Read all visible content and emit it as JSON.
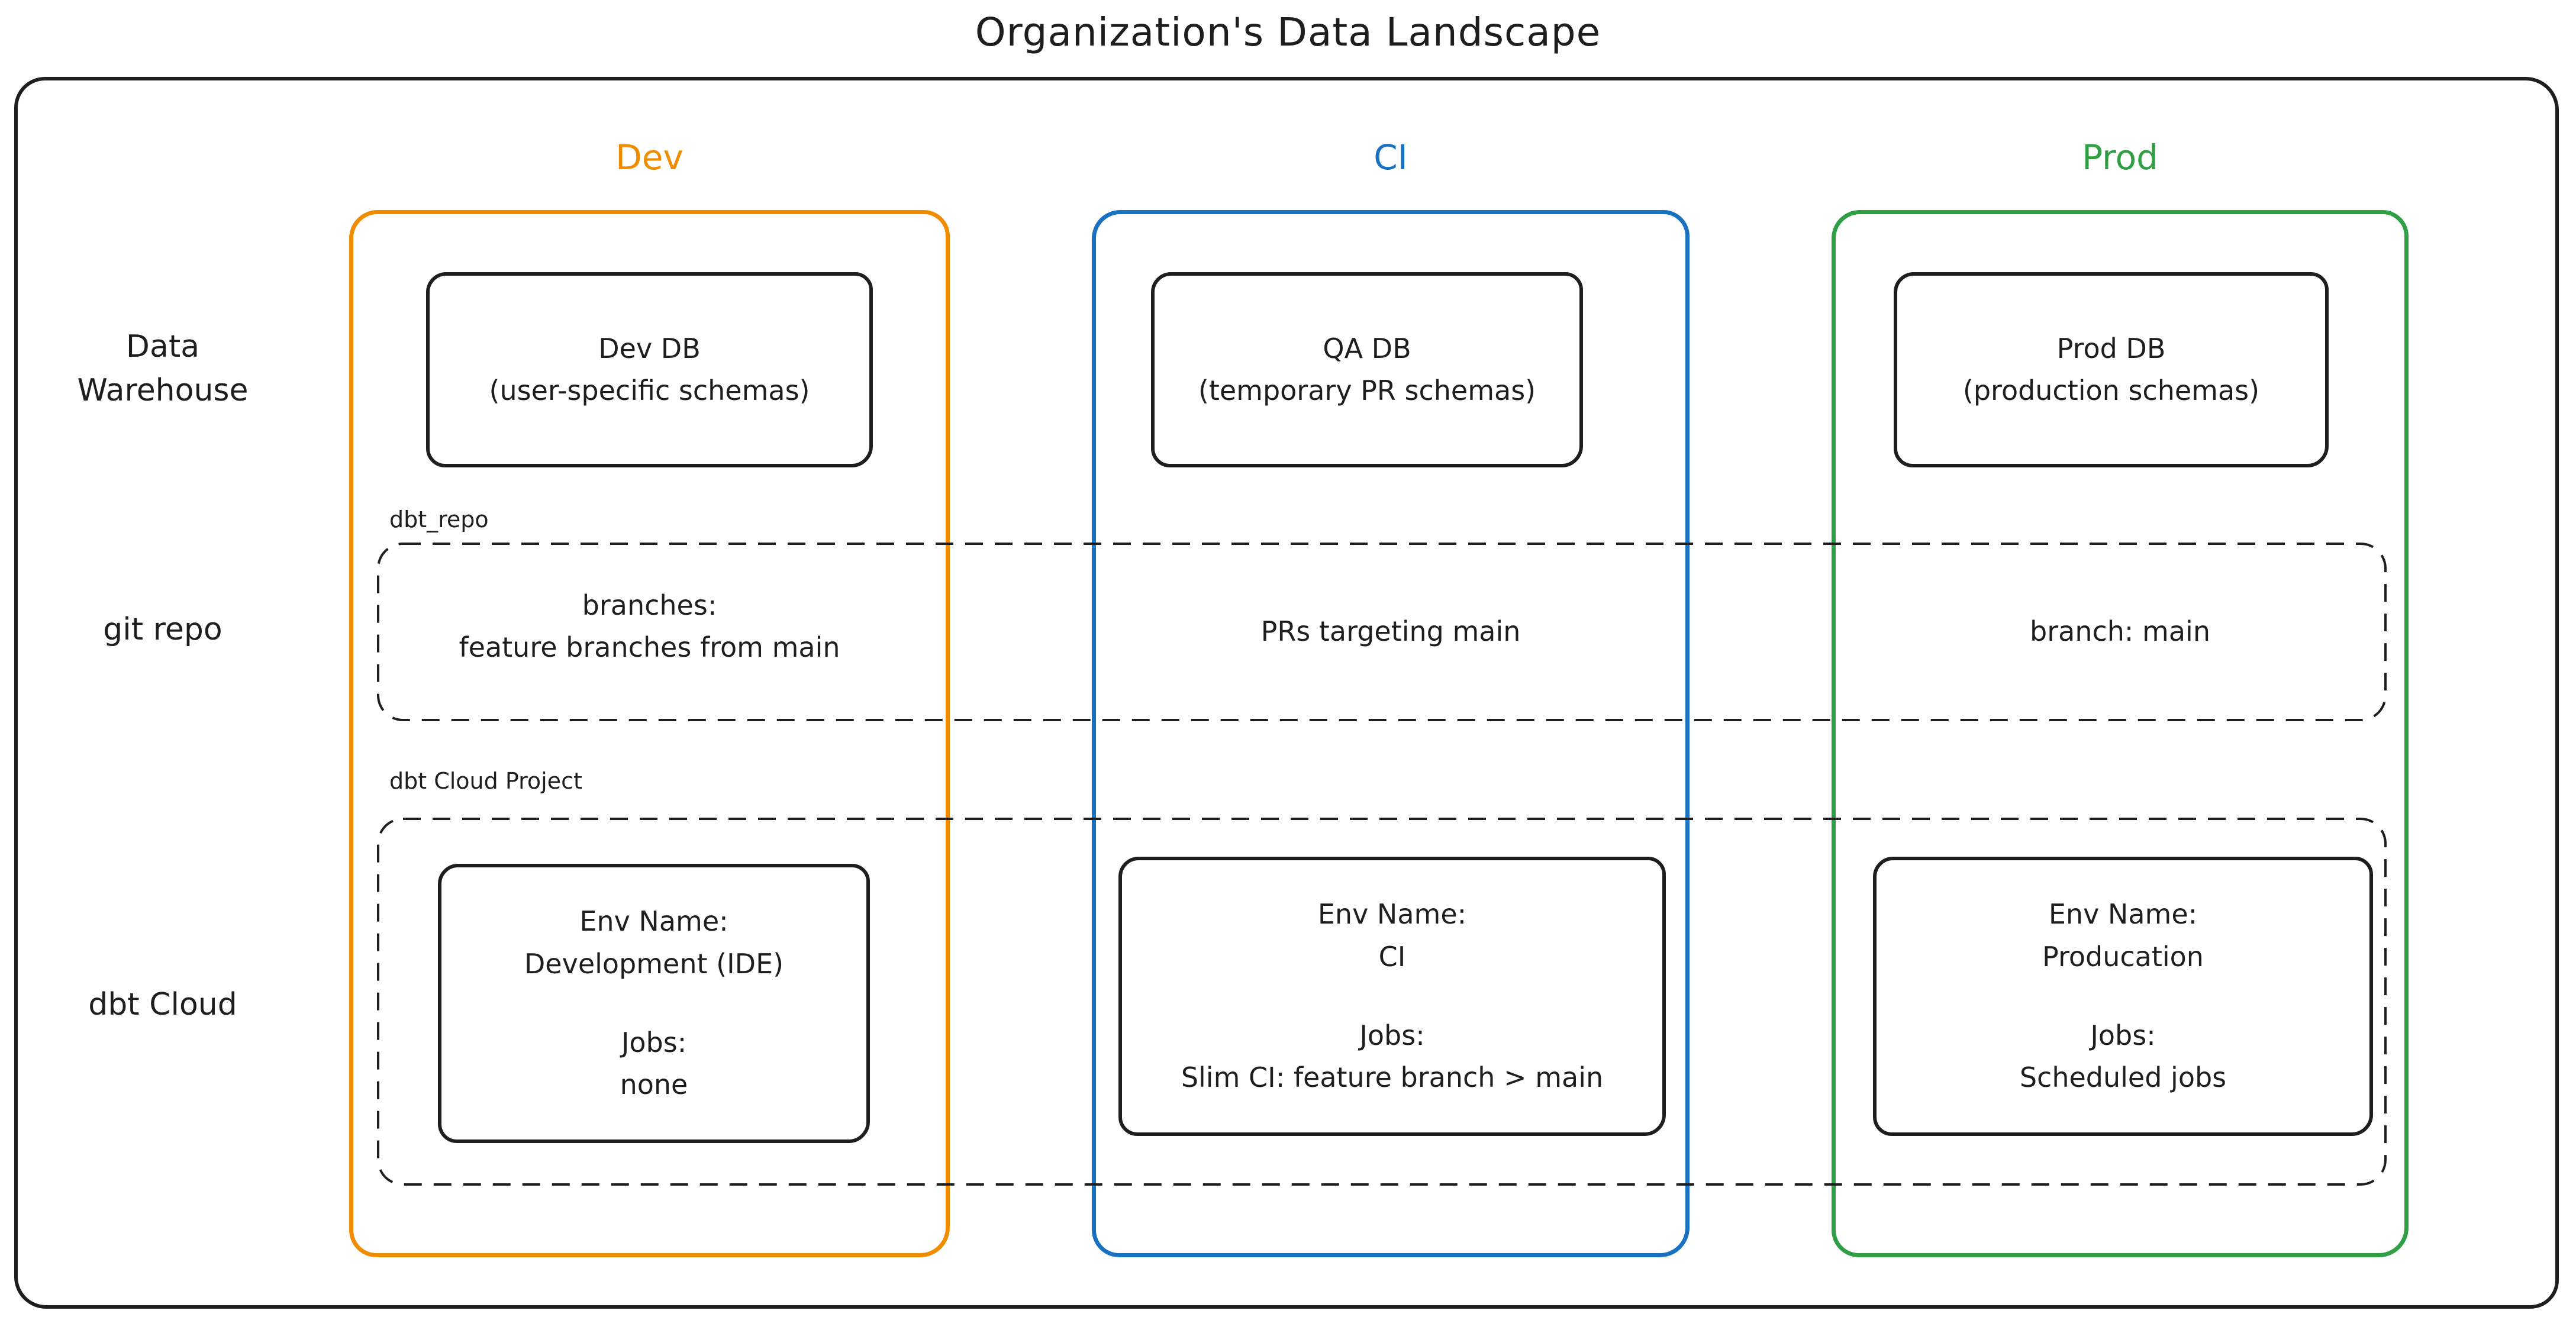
{
  "title": "Organization's Data Landscape",
  "palette": {
    "ink": "#1e1e1e",
    "dev_orange": "#f08c00",
    "ci_blue": "#1971c2",
    "prod_green": "#2f9e44",
    "background": "#ffffff"
  },
  "column_headers": {
    "dev": "Dev",
    "ci": "CI",
    "prod": "Prod"
  },
  "row_labels": {
    "data_warehouse_line1": "Data",
    "data_warehouse_line2": "Warehouse",
    "git_repo": "git repo",
    "dbt_cloud": "dbt Cloud"
  },
  "warehouse_row": {
    "dev": {
      "title": "Dev DB",
      "subtitle": "(user-specific schemas)"
    },
    "ci": {
      "title": "QA DB",
      "subtitle": "(temporary PR schemas)"
    },
    "prod": {
      "title": "Prod DB",
      "subtitle": "(production schemas)"
    }
  },
  "git_repo_row": {
    "container_label": "dbt_repo",
    "dev_line1": "branches:",
    "dev_line2": "feature branches from main",
    "ci": "PRs targeting main",
    "prod": "branch: main"
  },
  "dbt_cloud_row": {
    "container_label": "dbt Cloud Project",
    "dev": {
      "env_label": "Env Name:",
      "env_value": "Development (IDE)",
      "jobs_label": "Jobs:",
      "jobs_value": "none"
    },
    "ci": {
      "env_label": "Env Name:",
      "env_value": "CI",
      "jobs_label": "Jobs:",
      "jobs_value": "Slim CI: feature branch > main"
    },
    "prod": {
      "env_label": "Env Name:",
      "env_value": "Producation",
      "jobs_label": "Jobs:",
      "jobs_value": "Scheduled jobs"
    }
  }
}
